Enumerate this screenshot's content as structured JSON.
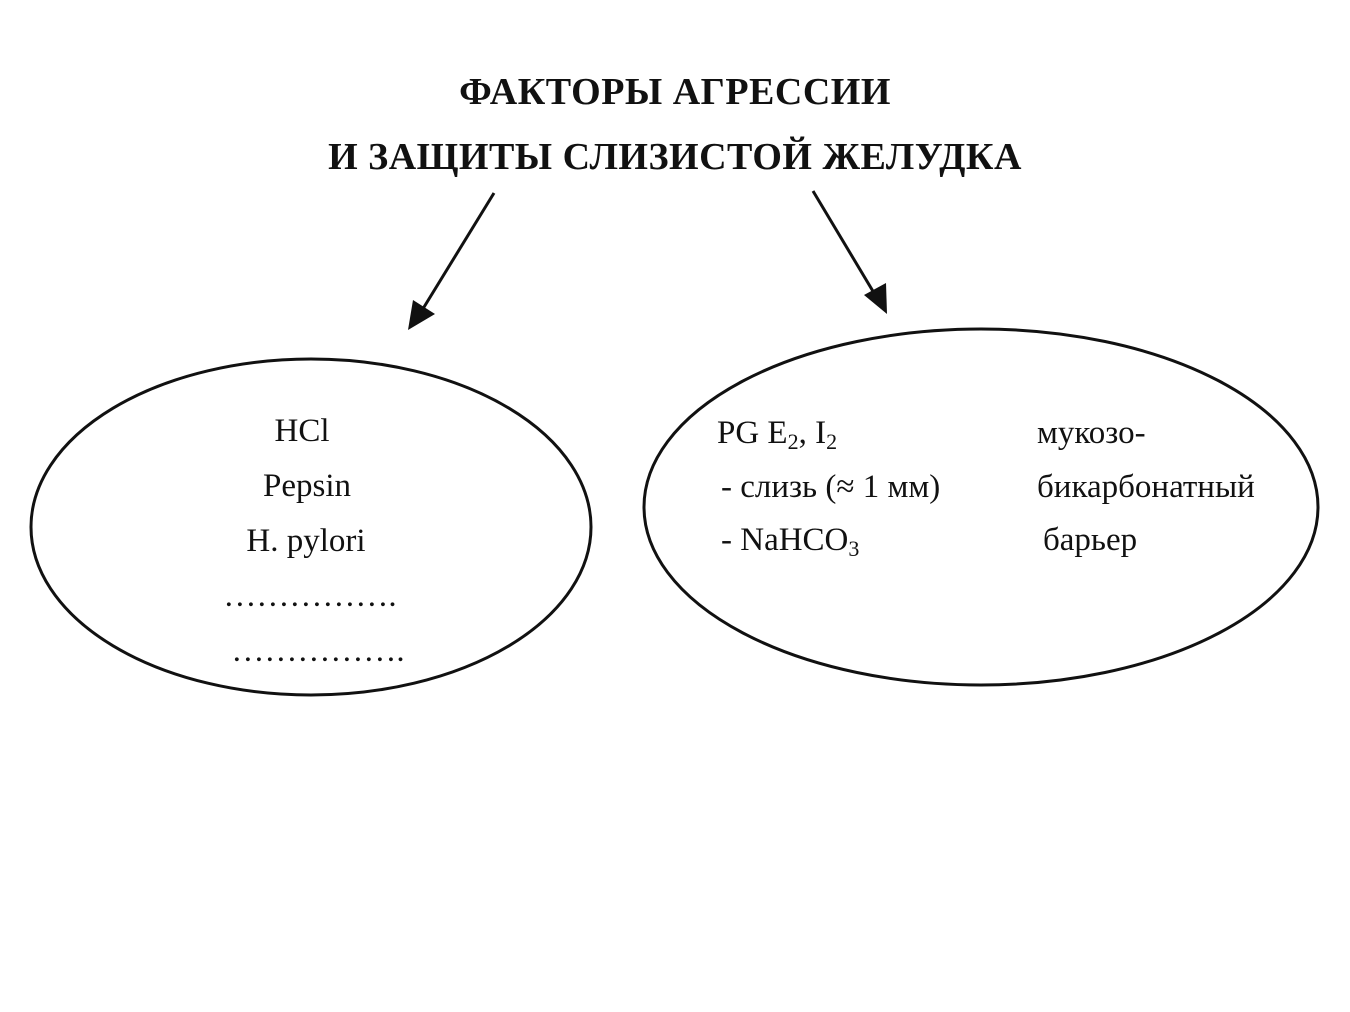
{
  "title": {
    "line1": "ФАКТОРЫ АГРЕССИИ",
    "line2": "И ЗАЩИТЫ СЛИЗИСТОЙ ЖЕЛУДКА"
  },
  "aggression": {
    "items": [
      "HCl",
      "Pepsin",
      "H. pylori",
      "…………….",
      "……………."
    ]
  },
  "protection": {
    "pg": {
      "main": "PG E",
      "sub1": "2",
      "sep": ", I",
      "sub2": "2"
    },
    "mucus": "- слизь (≈ 1 мм)",
    "bicarb": {
      "main": "- NaHCO",
      "sub": "3"
    },
    "barrier": [
      "мукозо-",
      "бикарбонатный",
      "барьер"
    ]
  }
}
